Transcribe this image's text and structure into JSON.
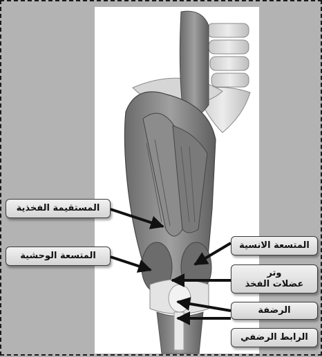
{
  "labels": {
    "rectus_femoris": "المستقيمة الفخذية",
    "vastus_lateralis": "المتسعة الوحشية",
    "vastus_medialis": "المتسعة الانسية",
    "quadriceps_tendon_line1": "وتر",
    "quadriceps_tendon_line2": "عضلات الفخذ",
    "patella": "الرضفة",
    "patellar_ligament": "الرابط الرضفي"
  }
}
